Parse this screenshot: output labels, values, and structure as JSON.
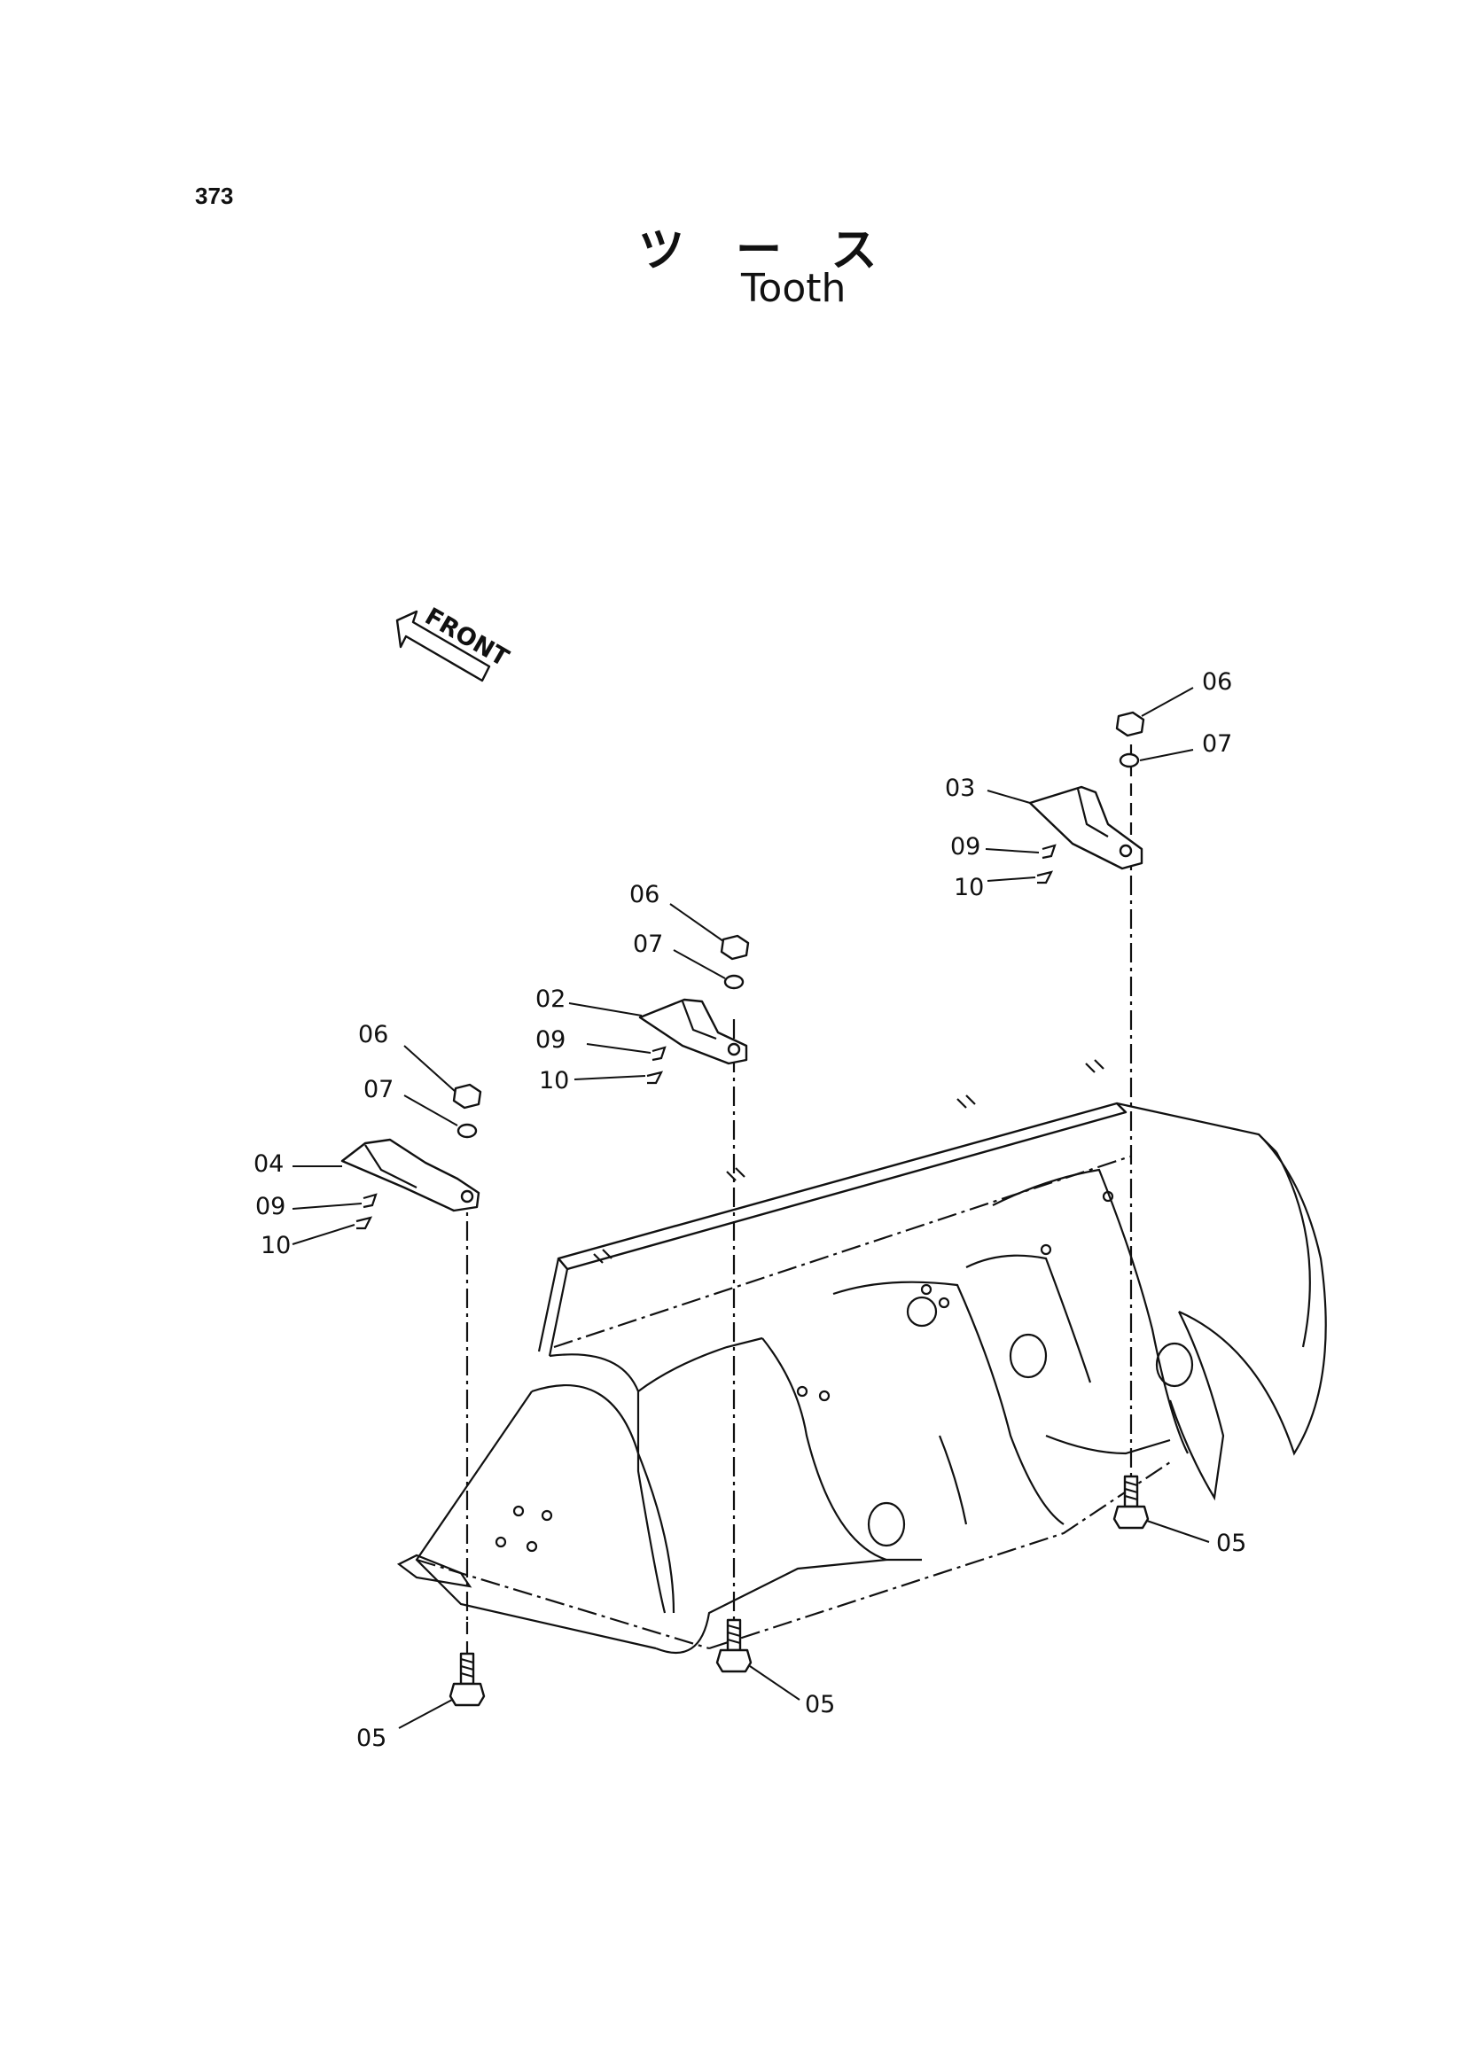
{
  "page": {
    "number": "373",
    "title_jp": "ツース",
    "title_en": "Tooth"
  },
  "diagram": {
    "front_label": "FRONT",
    "callouts": {
      "c1": "06",
      "c2": "07",
      "c3": "03",
      "c4": "09",
      "c5": "10",
      "c6": "06",
      "c7": "07",
      "c8": "02",
      "c9": "09",
      "c10": "10",
      "c11": "06",
      "c12": "07",
      "c13": "04",
      "c14": "09",
      "c15": "10",
      "c16": "05",
      "c17": "05",
      "c18": "05"
    }
  }
}
